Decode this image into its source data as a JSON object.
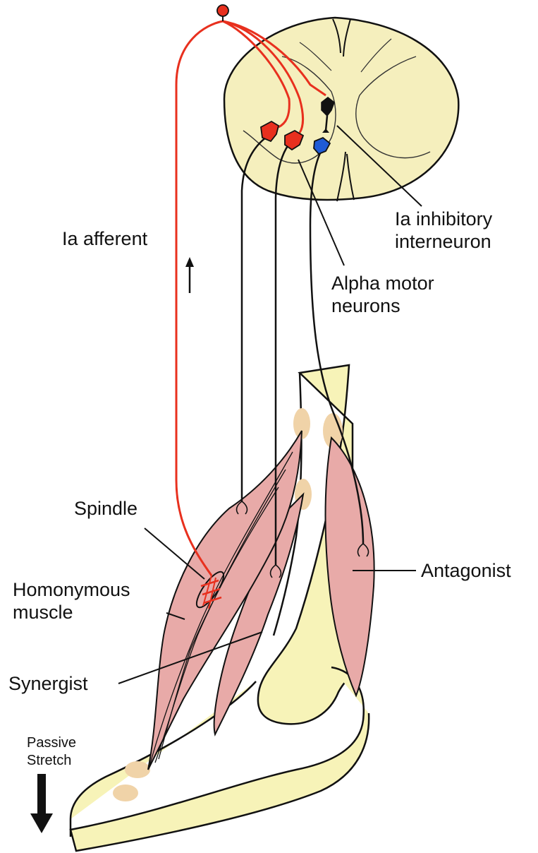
{
  "labels": {
    "ia_afferent": "Ia afferent",
    "ia_inhibitory_interneuron": [
      "Ia inhibitory",
      "interneuron"
    ],
    "alpha_motor_neurons": [
      "Alpha motor",
      "neurons"
    ],
    "spindle": "Spindle",
    "homonymous_muscle": [
      "Homonymous",
      "muscle"
    ],
    "synergist": "Synergist",
    "antagonist": "Antagonist",
    "passive_stretch": [
      "Passive",
      "Stretch"
    ]
  },
  "colors": {
    "afferent": "#e8301e",
    "motor_neuron_fill": "#e8301e",
    "inhibitory_interneuron": "#111111",
    "antagonist_motor_neuron": "#1f5bd6",
    "spinal_cord": "#f5efbd",
    "bone": "#f7f3b8",
    "muscle": "#e8aaa8",
    "tendon": "#f0d3a8",
    "outline": "#111111"
  }
}
